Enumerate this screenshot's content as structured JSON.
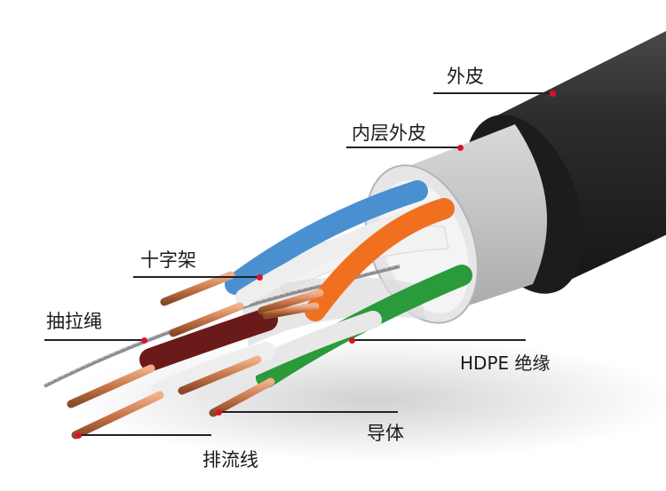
{
  "labels": {
    "outer_jacket": "外皮",
    "inner_jacket": "内层外皮",
    "cross_filler": "十字架",
    "ripcord": "抽拉绳",
    "insulation": "HDPE 绝缘",
    "conductor": "导体",
    "drain_wire": "排流线"
  },
  "colors": {
    "outer_jacket": "#2a2a2c",
    "inner_jacket": "#c8c8ca",
    "pointer": "#e0102a",
    "copper": "#c8764a",
    "blue": "#4a90d0",
    "orange": "#f07020",
    "green": "#2a9a3a",
    "brown": "#6b1a1a"
  }
}
